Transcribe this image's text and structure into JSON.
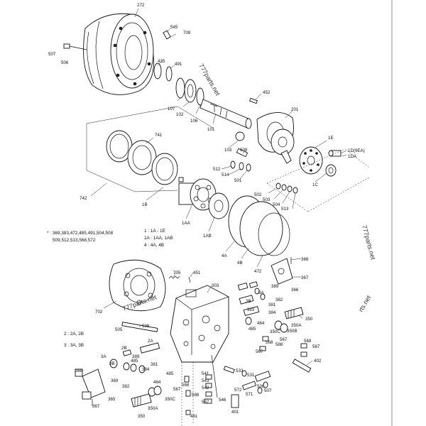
{
  "labels": {
    "l272": "272",
    "l545": "545",
    "l709": "709",
    "l507": "507",
    "l506": "506",
    "l435": "435",
    "l491": "491",
    "l107": "107",
    "l102": "102",
    "l106": "106",
    "l101": "101",
    "l452": "452",
    "l201": "201",
    "l741": "741",
    "l103": "103",
    "l509": "509",
    "l512": "512",
    "l514": "514",
    "l501": "501",
    "l1e": "1E",
    "l1d": "1D(9EA)",
    "l1da": "1DA",
    "l742": "742",
    "l1b": "1B",
    "l502": "502",
    "l503": "503",
    "l504": "504",
    "l513": "513",
    "l1c": "1C",
    "l1aa": "1AA",
    "l1ab": "1AB",
    "l4a": "4A",
    "l4b": "4B",
    "l472": "472",
    "l368a": "368",
    "l367a": "367",
    "l366": "366",
    "l705": "705",
    "l451": "451",
    "l303": "303",
    "l3a_a": "3A",
    "l3b_a": "3B",
    "l389a": "389",
    "l382a": "382",
    "l381a": "381",
    "l384a": "384",
    "l383": "383",
    "l702": "702",
    "l350a": "350",
    "l464a": "464",
    "l485a": "485",
    "l350c_a": "350C",
    "l350b": "350B",
    "l350a_a": "350A",
    "l567a": "567",
    "l588a": "588",
    "l568a": "568",
    "l567b": "567",
    "l568b": "568",
    "l505": "505",
    "l508": "508",
    "l2a": "2A",
    "l2b": "2B",
    "l3a_b": "3A",
    "l3b_b": "3B",
    "l389b": "389",
    "l485b": "485",
    "l384b": "384",
    "l381b": "381",
    "l382b": "382",
    "l464b": "464",
    "l485c": "485",
    "l368b": "368",
    "l369": "369",
    "l365": "365",
    "l367b": "367",
    "l350c_b": "350C",
    "l350a_b": "350A",
    "l350b2": "350",
    "l567c": "567",
    "l568c": "568",
    "l541": "541",
    "l543": "543",
    "l542": "542",
    "l533": "533",
    "l531": "531",
    "l572": "572",
    "l571": "571",
    "l546": "546",
    "l401": "401",
    "l506b": "506",
    "l507b": "507",
    "l402": "402",
    "l461": "461",
    "l588b": "588",
    "l567d": "567",
    "l567e": "567"
  },
  "notes": {
    "star_line1": "* : 369,383,472,485,491,504,508",
    "star_line2": "509,512,513,568,572",
    "kit1": "1 : 1A - 1E",
    "kit1a": "1A : 1AA, 1AB",
    "kit4": "4 : 4A, 4B",
    "kit2": "2 : 2A, 2B",
    "kit3": "3 : 3A, 3B"
  },
  "watermarks": {
    "wm1": "777parts.net",
    "wm2": "777parts.net",
    "wm3": "777parts.net",
    "wm4": "rts.net"
  }
}
